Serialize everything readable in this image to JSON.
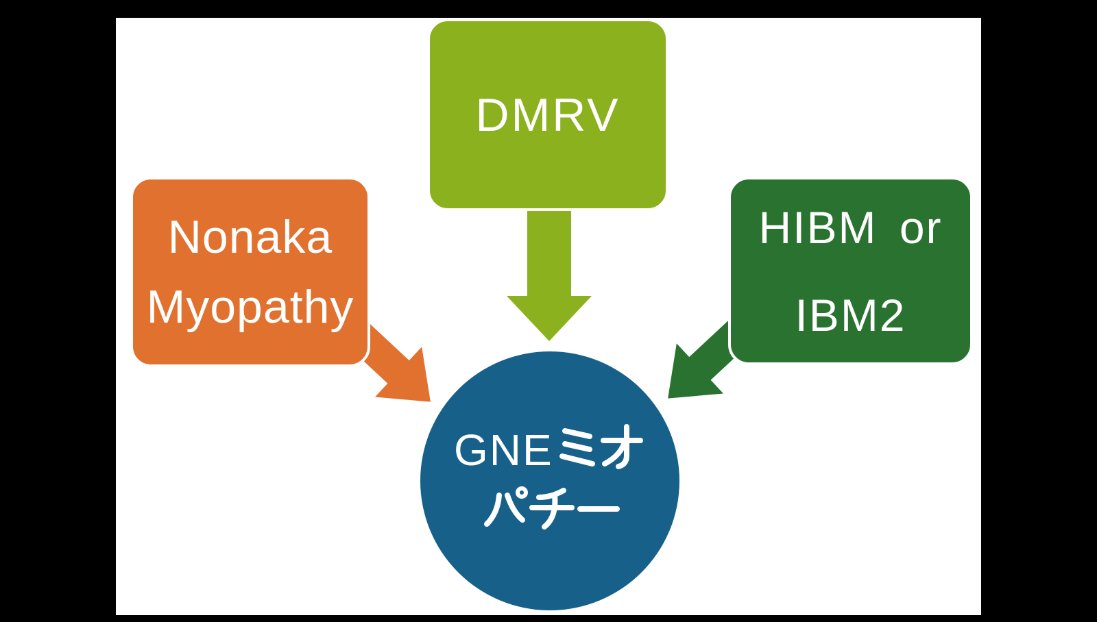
{
  "scene": {
    "frame_color": "#000000",
    "canvas_color": "#ffffff"
  },
  "nodes": {
    "nonaka": {
      "line1": "Nonaka",
      "line2": "Myopathy",
      "color": "#e1712f"
    },
    "dmrv": {
      "label": "DMRV",
      "color": "#8bb11e"
    },
    "hibm": {
      "line1": "HIBM or",
      "line2": "IBM2",
      "color": "#2a7230"
    },
    "center": {
      "line1": "GNEミオ",
      "line2": "パチー",
      "latin_part": "GNE",
      "color": "#16608a"
    }
  },
  "arrows": {
    "dmrv_to_center": {
      "color": "#8bb11e"
    },
    "nonaka_to_center": {
      "color": "#e1712f"
    },
    "hibm_to_center": {
      "color": "#2a7230"
    }
  }
}
